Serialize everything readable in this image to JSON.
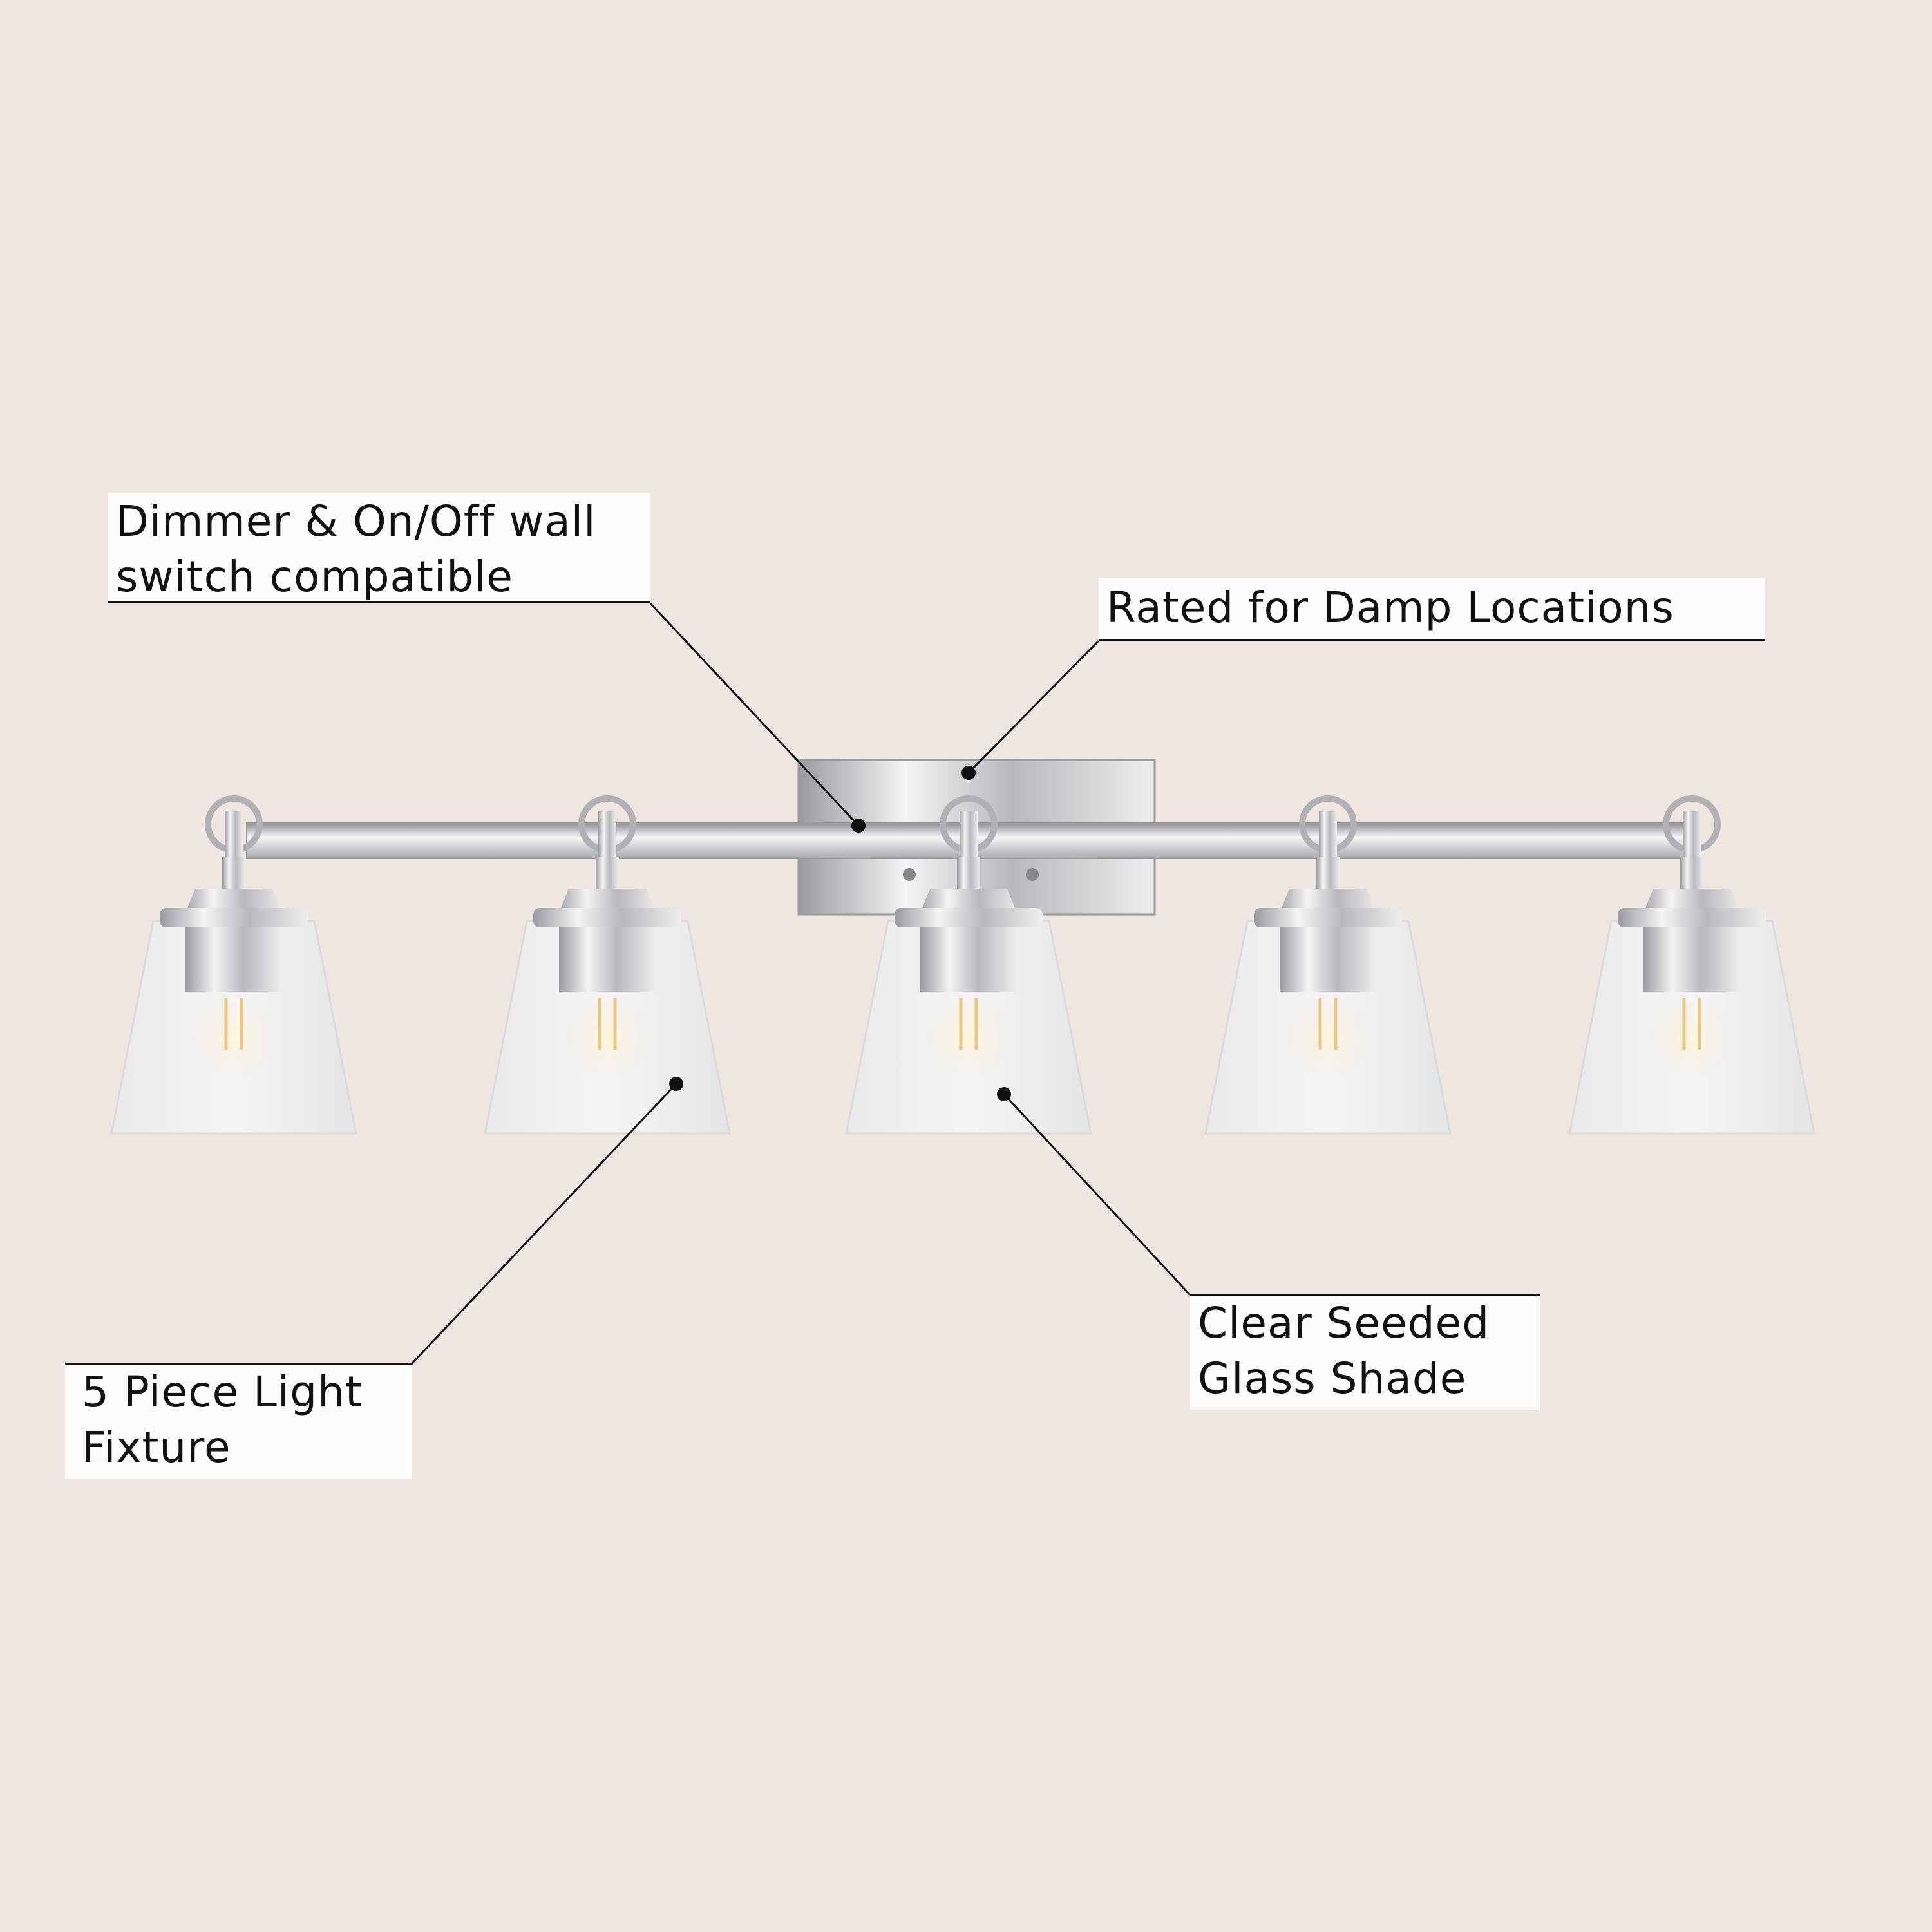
{
  "callouts": {
    "dimmer": {
      "line1": "Dimmer & On/Off wall",
      "line2": "switch compatible"
    },
    "damp": {
      "text": "Rated for Damp Locations"
    },
    "pieces": {
      "line1": "5 Piece Light",
      "line2": "Fixture"
    },
    "glass": {
      "line1": "Clear Seeded",
      "line2": "Glass Shade"
    }
  },
  "colors": {
    "background": "#efe6e2",
    "chrome": "#c9c9cc",
    "label_bg": "#fdfbf9",
    "text": "#111111"
  }
}
